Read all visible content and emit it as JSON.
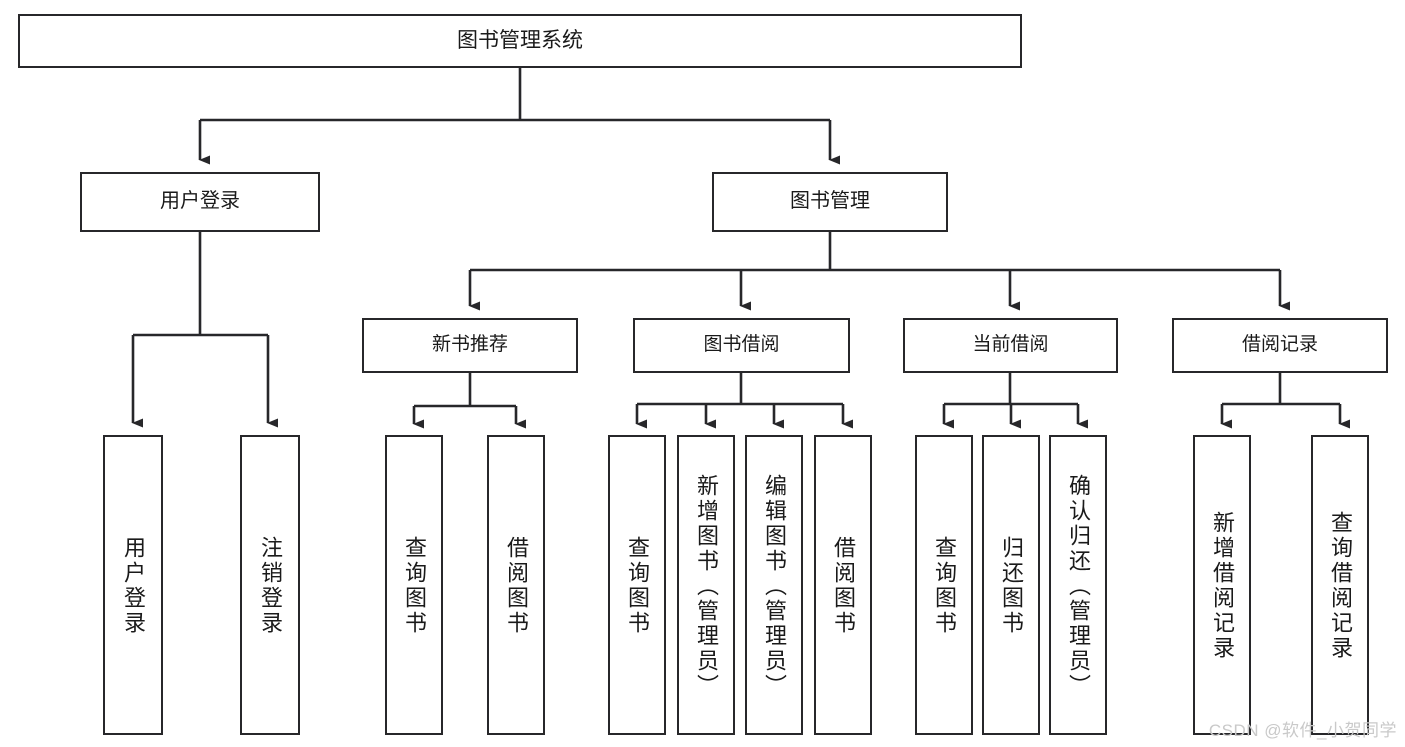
{
  "diagram": {
    "type": "tree-hierarchy-chart",
    "title": "图书管理系统",
    "watermark": "CSDN @软件_小贺同学",
    "colors": {
      "stroke": "#27272a",
      "box_fill": "#ffffff",
      "text": "#1a1a1a",
      "background": "#ffffff",
      "watermark": "#c9c9c9"
    },
    "nodes": {
      "root": {
        "label": "图书管理系统"
      },
      "level2": [
        {
          "id": "user-login",
          "label": "用户登录"
        },
        {
          "id": "book-management",
          "label": "图书管理"
        }
      ],
      "level3": [
        {
          "id": "new-book-recommend",
          "label": "新书推荐"
        },
        {
          "id": "book-borrow",
          "label": "图书借阅"
        },
        {
          "id": "current-borrow",
          "label": "当前借阅"
        },
        {
          "id": "borrow-record",
          "label": "借阅记录"
        }
      ],
      "leaves": {
        "user-login": [
          {
            "id": "leaf-user-login",
            "label": "用户登录"
          },
          {
            "id": "leaf-logout-login",
            "label": "注销登录"
          }
        ],
        "new-book-recommend": [
          {
            "id": "leaf-query-book-1",
            "label": "查询图书"
          },
          {
            "id": "leaf-borrow-book-1",
            "label": "借阅图书"
          }
        ],
        "book-borrow": [
          {
            "id": "leaf-query-book-2",
            "label": "查询图书"
          },
          {
            "id": "leaf-add-book",
            "label": "新增图书（管理员）"
          },
          {
            "id": "leaf-edit-book",
            "label": "编辑图书（管理员）"
          },
          {
            "id": "leaf-borrow-book-2",
            "label": "借阅图书"
          }
        ],
        "current-borrow": [
          {
            "id": "leaf-query-book-3",
            "label": "查询图书"
          },
          {
            "id": "leaf-return-book",
            "label": "归还图书"
          },
          {
            "id": "leaf-confirm-return",
            "label": "确认归还（管理员）"
          }
        ],
        "borrow-record": [
          {
            "id": "leaf-add-record",
            "label": "新增借阅记录"
          },
          {
            "id": "leaf-query-record",
            "label": "查询借阅记录"
          }
        ]
      }
    },
    "edges": [
      {
        "from": "root",
        "to": "user-login"
      },
      {
        "from": "root",
        "to": "book-management"
      },
      {
        "from": "user-login",
        "to": "leaf-user-login"
      },
      {
        "from": "user-login",
        "to": "leaf-logout-login"
      },
      {
        "from": "book-management",
        "to": "new-book-recommend"
      },
      {
        "from": "book-management",
        "to": "book-borrow"
      },
      {
        "from": "book-management",
        "to": "current-borrow"
      },
      {
        "from": "book-management",
        "to": "borrow-record"
      },
      {
        "from": "new-book-recommend",
        "to": "leaf-query-book-1"
      },
      {
        "from": "new-book-recommend",
        "to": "leaf-borrow-book-1"
      },
      {
        "from": "book-borrow",
        "to": "leaf-query-book-2"
      },
      {
        "from": "book-borrow",
        "to": "leaf-add-book"
      },
      {
        "from": "book-borrow",
        "to": "leaf-edit-book"
      },
      {
        "from": "book-borrow",
        "to": "leaf-borrow-book-2"
      },
      {
        "from": "current-borrow",
        "to": "leaf-query-book-3"
      },
      {
        "from": "current-borrow",
        "to": "leaf-return-book"
      },
      {
        "from": "current-borrow",
        "to": "leaf-confirm-return"
      },
      {
        "from": "borrow-record",
        "to": "leaf-add-record"
      },
      {
        "from": "borrow-record",
        "to": "leaf-query-record"
      }
    ]
  }
}
